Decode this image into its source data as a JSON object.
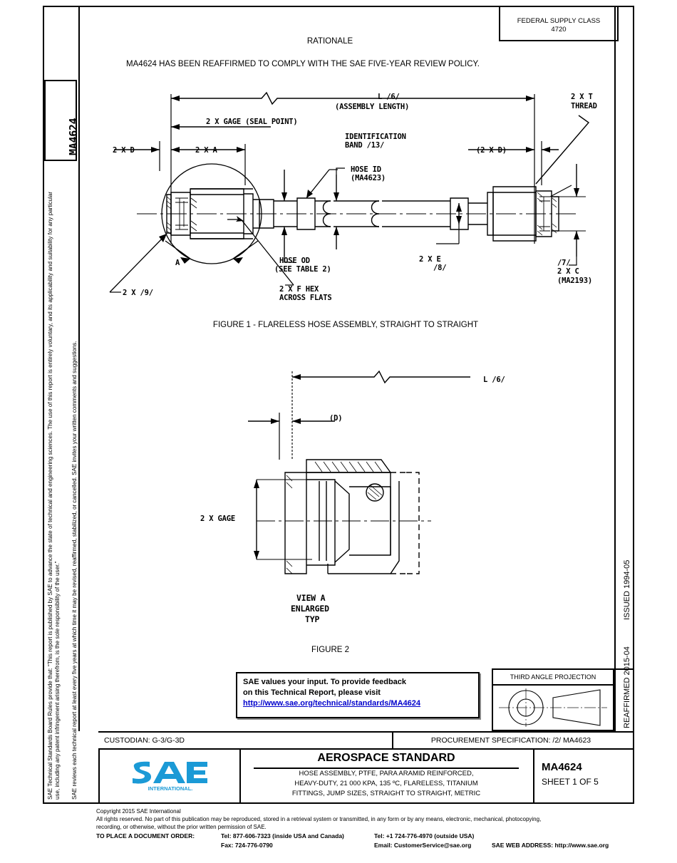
{
  "document": {
    "federal_supply_class_label": "FEDERAL SUPPLY CLASS",
    "federal_supply_class_value": "4720",
    "doc_number": "MA4624",
    "rationale_heading": "RATIONALE",
    "rationale_text": "MA4624 HAS BEEN REAFFIRMED TO COMPLY WITH THE SAE FIVE-YEAR REVIEW POLICY.",
    "reaffirmed": "REAFFIRMED 2015-04",
    "issued": "ISSUED 1994-05"
  },
  "sidebar": {
    "legal_line1": "SAE Technical Standards Board Rules provide that: “This report is published by SAE to advance the state of technical and engineering sciences. The use of this report is entirely voluntary, and its applicability and suitability for any particular use, including any patent infringement arising therefrom, is the sole responsibility of the user.”",
    "legal_line2": "SAE reviews each technical report at least every five years at which time it may be revised, reaffirmed, stabilized, or cancelled. SAE invites your written comments and suggestions."
  },
  "figure1": {
    "caption": "FIGURE 1 - FLARELESS HOSE ASSEMBLY, STRAIGHT TO STRAIGHT",
    "labels": {
      "length": "L /6/",
      "assembly_length": "(ASSEMBLY LENGTH)",
      "gage_seal_point": "2 X GAGE (SEAL POINT)",
      "two_x_d_left": "2 X D",
      "two_x_a": "2 X A",
      "two_x_d_right": "(2 X D)",
      "two_x_t": "2 X T",
      "thread": "THREAD",
      "identification_band_l1": "IDENTIFICATION",
      "identification_band_l2": "BAND /13/",
      "hose_id_l1": "HOSE ID",
      "hose_id_l2": "(MA4623)",
      "hose_od_l1": "HOSE OD",
      "hose_od_l2": "(SEE TABLE 2)",
      "two_x_e": "2 X E",
      "note_8": "/8/",
      "note_7": "/7/",
      "two_x_c": "2 X C",
      "ma2193": "(MA2193)",
      "two_x_f_hex_l1": "2 X F HEX",
      "two_x_f_hex_l2": "ACROSS FLATS",
      "two_x_note9": "2 X /9/",
      "view_a_mark": "A"
    }
  },
  "figure2": {
    "caption": "FIGURE 2",
    "labels": {
      "length": "L /6/",
      "d_paren": "(D)",
      "two_x_gage": "2 X GAGE",
      "view_a": "VIEW A",
      "enlarged": "ENLARGED",
      "typ": "TYP"
    }
  },
  "feedback": {
    "line1": "SAE values your input. To provide feedback",
    "line2": "on this Technical Report, please visit",
    "url": "http://www.sae.org/technical/standards/MA4624"
  },
  "projection": {
    "title": "THIRD ANGLE PROJECTION"
  },
  "titleblock": {
    "custodian": "CUSTODIAN: G-3/G-3D",
    "procurement": "PROCUREMENT SPECIFICATION: /2/ MA4623",
    "standard_type": "AEROSPACE STANDARD",
    "description_l1": "HOSE ASSEMBLY, PTFE, PARA ARAMID REINFORCED,",
    "description_l2": "HEAVY-DUTY, 21 000 KPA, 135 ºC, FLARELESS, TITANIUM",
    "description_l3": "FITTINGS, JUMP SIZES, STRAIGHT TO STRAIGHT, METRIC",
    "number": "MA4624",
    "sheet": "SHEET 1 OF 5",
    "logo_text": "SAE",
    "logo_sub": "INTERNATIONAL.",
    "logo_color": "#1b9ad6"
  },
  "footer": {
    "copyright": "Copyright 2015 SAE International",
    "rights_l1": "All rights reserved. No part of this publication may be reproduced, stored in a retrieval system or transmitted, in any form or by any means, electronic, mechanical, photocopying,",
    "rights_l2": "recording, or otherwise, without the prior written permission of SAE.",
    "order_label": "TO PLACE A DOCUMENT ORDER:",
    "tel_usa": "Tel: 877-606-7323 (inside USA and Canada)",
    "fax": "Fax: 724-776-0790",
    "tel_intl": "Tel: +1 724-776-4970 (outside USA)",
    "email": "Email: CustomerService@sae.org",
    "web": "SAE WEB ADDRESS: http://www.sae.org"
  }
}
